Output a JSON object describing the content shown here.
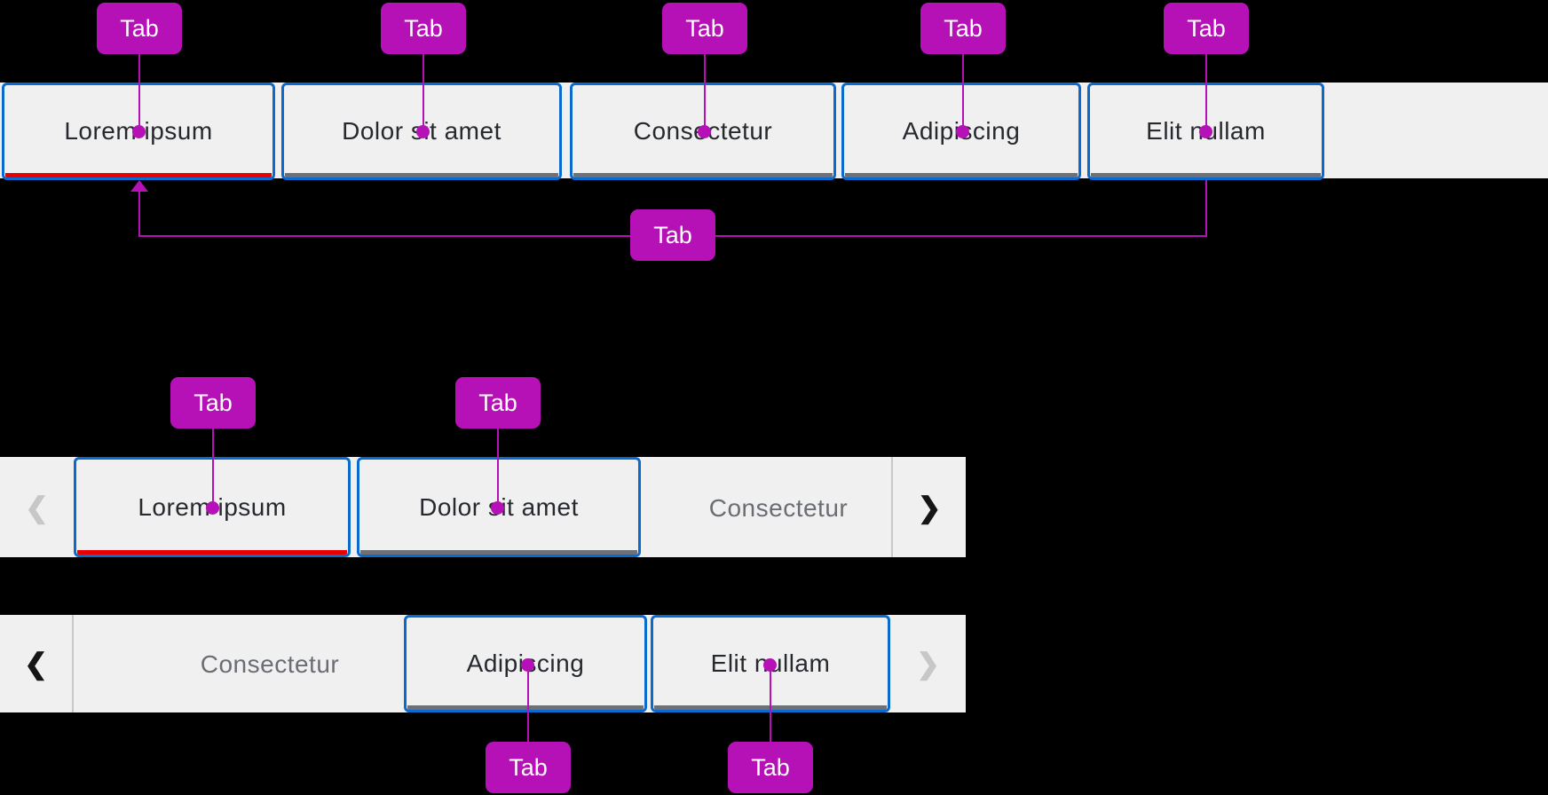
{
  "annotation": {
    "badge_label": "Tab",
    "color": "#b611b6",
    "badge_text_color": "#ffffff"
  },
  "colors": {
    "tab_border": "#0a6acd",
    "active_underline": "#e60000",
    "inactive_underline": "#6d7175",
    "strip_bg": "#f0f0f1",
    "tab_text": "#26292e",
    "muted_text": "#6a6e73",
    "chevron_enabled": "#151515",
    "chevron_disabled": "#c7c7c7",
    "divider": "#c8c8c8",
    "canvas_bg": "#000000"
  },
  "top_bar": {
    "tabs": [
      {
        "label": "Lorem ipsum",
        "state": "active"
      },
      {
        "label": "Dolor sit amet",
        "state": "default"
      },
      {
        "label": "Consectetur",
        "state": "default"
      },
      {
        "label": "Adipiscing",
        "state": "default"
      },
      {
        "label": "Elit nullam",
        "state": "default"
      }
    ]
  },
  "middle_bar": {
    "scroll_left": {
      "icon": "chevron-left",
      "glyph": "❮",
      "disabled": true
    },
    "scroll_right": {
      "icon": "chevron-right",
      "glyph": "❯",
      "disabled": false
    },
    "tabs": [
      {
        "label": "Lorem ipsum",
        "state": "active"
      },
      {
        "label": "Dolor sit amet",
        "state": "default"
      }
    ],
    "overflow_label": "Consectetur"
  },
  "bottom_bar": {
    "scroll_left": {
      "icon": "chevron-left",
      "glyph": "❮",
      "disabled": false
    },
    "scroll_right": {
      "icon": "chevron-right",
      "glyph": "❯",
      "disabled": true
    },
    "overflow_label": "Consectetur",
    "tabs": [
      {
        "label": "Adipiscing",
        "state": "default"
      },
      {
        "label": "Elit nullam",
        "state": "default"
      }
    ]
  }
}
